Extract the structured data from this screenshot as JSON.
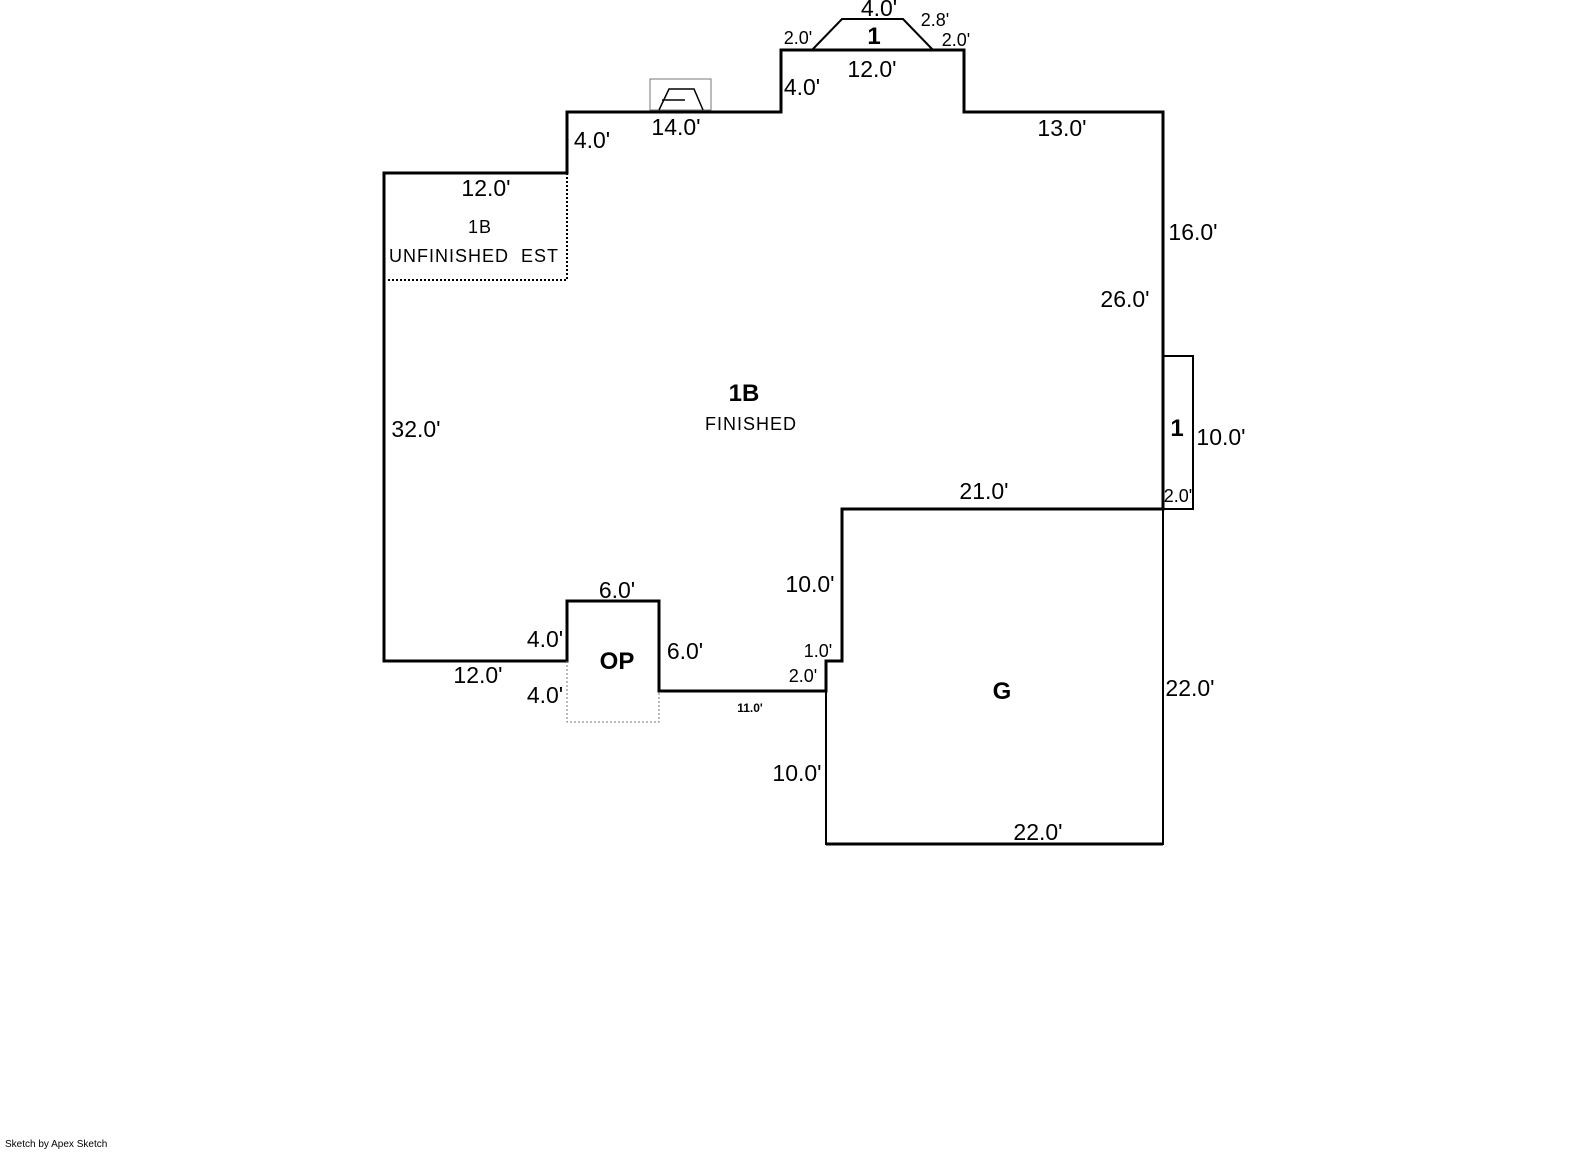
{
  "areas": {
    "main": {
      "code": "1B",
      "label": "FINISHED"
    },
    "unfinished": {
      "code": "1B",
      "label": "UNFINISHED  EST"
    },
    "garage": {
      "code": "G"
    },
    "porch": {
      "code": "OP"
    },
    "bay": {
      "code": "1"
    },
    "bump": {
      "code": "1"
    }
  },
  "dimensions": {
    "bay_top": "4.0'",
    "bay_left": "2.0'",
    "bay_right_diag": "2.8'",
    "bay_right": "2.0'",
    "bay_base": "12.0'",
    "bay_wall": "4.0'",
    "top_mid": "14.0'",
    "top_left_step": "4.0'",
    "top_right": "13.0'",
    "unfinished_top": "12.0'",
    "right_upper": "16.0'",
    "right_main": "26.0'",
    "bump_height": "10.0'",
    "bump_width": "2.0'",
    "left_side": "32.0'",
    "garage_top": "21.0'",
    "garage_left_upper": "10.0'",
    "jog_1": "1.0'",
    "jog_2": "2.0'",
    "garage_right": "22.0'",
    "garage_bottom": "22.0'",
    "garage_left_lower": "10.0'",
    "porch_top": "6.0'",
    "porch_right": "6.0'",
    "porch_left_upper": "4.0'",
    "porch_left_lower": "4.0'",
    "bottom_left": "12.0'",
    "bottom_mid": "11.0'"
  },
  "icons": [
    "fireplace-icon"
  ],
  "footer": {
    "credit": "Sketch by Apex Sketch"
  }
}
